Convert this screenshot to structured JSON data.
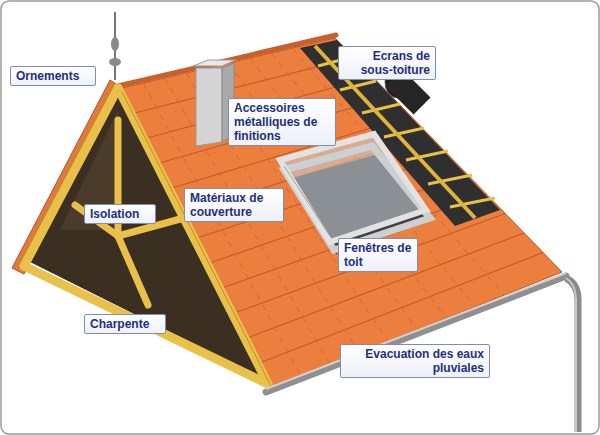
{
  "diagram": {
    "nodes": [
      {
        "text": [
          "Ornements"
        ]
      },
      {
        "text": [
          "Ecrans de sous-toiture"
        ]
      },
      {
        "text": [
          "Accessoires métalliques de finitions"
        ]
      },
      {
        "text": [
          "Isolation"
        ]
      },
      {
        "text": [
          "Matériaux de couverture"
        ]
      },
      {
        "text": [
          "Fenêtres de toit"
        ]
      },
      {
        "text": [
          "Charpente"
        ]
      },
      {
        "text": [
          "Evacuation des eaux pluviales"
        ]
      }
    ]
  }
}
